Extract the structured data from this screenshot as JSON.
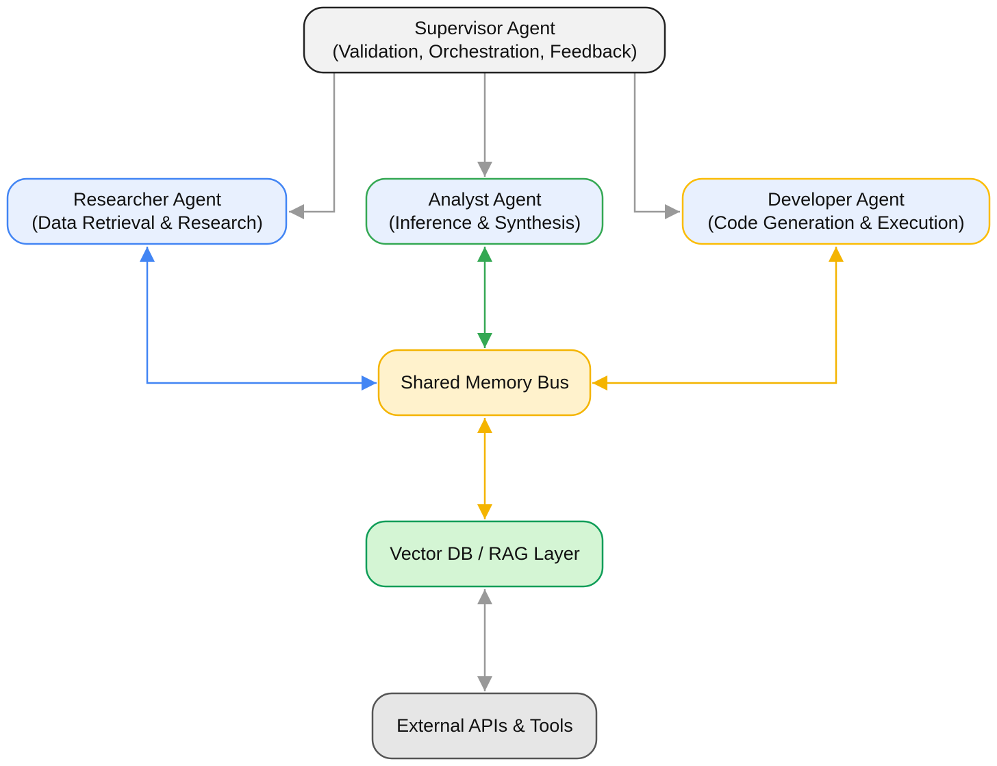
{
  "nodes": {
    "supervisor": {
      "line1": "Supervisor Agent",
      "line2": "(Validation, Orchestration, Feedback)",
      "fill": "#f2f2f2",
      "stroke": "#222222"
    },
    "researcher": {
      "line1": "Researcher Agent",
      "line2": "(Data Retrieval & Research)",
      "fill": "#e8f0fe",
      "stroke": "#4285f4"
    },
    "analyst": {
      "line1": "Analyst Agent",
      "line2": "(Inference & Synthesis)",
      "fill": "#e8f0fe",
      "stroke": "#34a853"
    },
    "developer": {
      "line1": "Developer Agent",
      "line2": "(Code Generation & Execution)",
      "fill": "#e8f0fe",
      "stroke": "#fbbc04"
    },
    "memory": {
      "label": "Shared Memory Bus",
      "fill": "#fff2cc",
      "stroke": "#f4b400"
    },
    "vector": {
      "label": "Vector DB / RAG Layer",
      "fill": "#d4f5d4",
      "stroke": "#0f9d58"
    },
    "external": {
      "label": "External APIs & Tools",
      "fill": "#e6e6e6",
      "stroke": "#555555"
    }
  },
  "edge_colors": {
    "gray": "#999999",
    "blue": "#4285f4",
    "green": "#34a853",
    "yellow": "#f4b400"
  }
}
